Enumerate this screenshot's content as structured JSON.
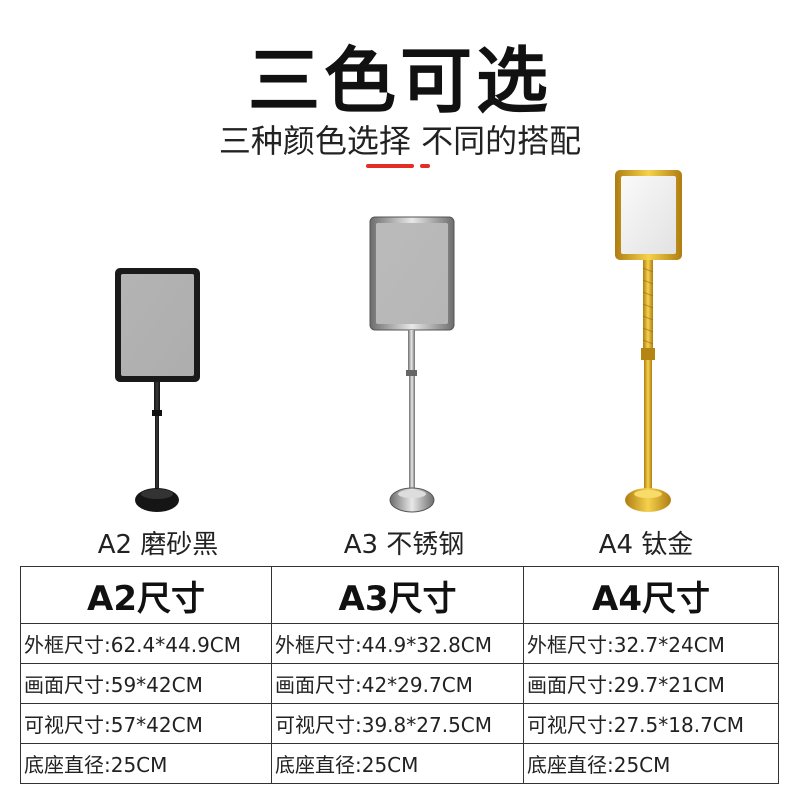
{
  "header": {
    "title": "三色可选",
    "subtitle": "三种颜色选择 不同的搭配",
    "accent_color": "#e52d27"
  },
  "products": [
    {
      "label": "A2 磨砂黑",
      "finish_color": "#1e1e1e"
    },
    {
      "label": "A3 不锈钢",
      "finish_color": "#9a9a9a"
    },
    {
      "label": "A4 钛金",
      "finish_color": "#d4a52a"
    }
  ],
  "table": {
    "headers": [
      "A2尺寸",
      "A3尺寸",
      "A4尺寸"
    ],
    "rows": [
      [
        "外框尺寸:62.4*44.9CM",
        "外框尺寸:44.9*32.8CM",
        "外框尺寸:32.7*24CM"
      ],
      [
        "画面尺寸:59*42CM",
        "画面尺寸:42*29.7CM",
        "画面尺寸:29.7*21CM"
      ],
      [
        "可视尺寸:57*42CM",
        "可视尺寸:39.8*27.5CM",
        "可视尺寸:27.5*18.7CM"
      ],
      [
        "底座直径:25CM",
        "底座直径:25CM",
        "底座直径:25CM"
      ]
    ]
  }
}
